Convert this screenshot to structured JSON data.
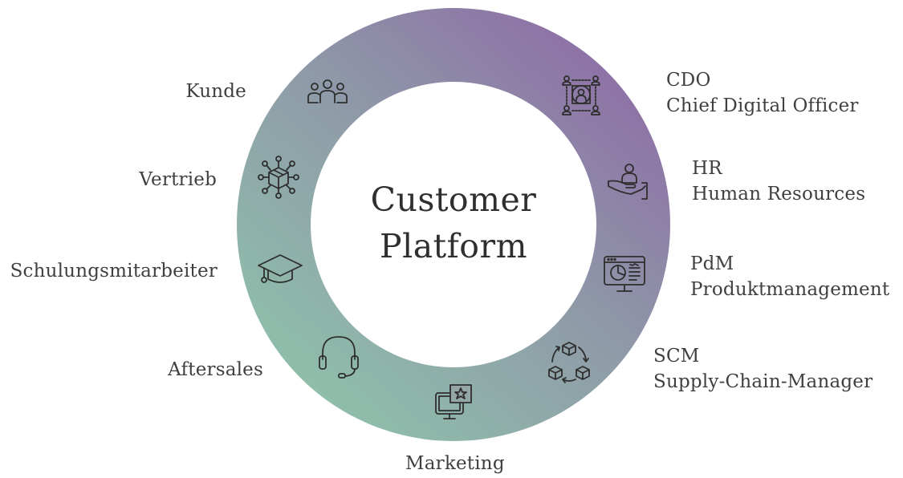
{
  "center": {
    "title_line1": "Customer",
    "title_line2": "Platform"
  },
  "ring": {
    "gradient_start": "#8fc4ab",
    "gradient_mid": "#8f9da8",
    "gradient_end": "#8d6aa6"
  },
  "roles": [
    {
      "id": "kunde",
      "label": "Kunde",
      "icon": "people-group-icon"
    },
    {
      "id": "vertrieb",
      "label": "Vertrieb",
      "icon": "network-box-icon"
    },
    {
      "id": "schulung",
      "label": "Schulungsmitarbeiter",
      "icon": "graduation-cap-icon"
    },
    {
      "id": "aftersales",
      "label": "Aftersales",
      "icon": "headset-icon"
    },
    {
      "id": "marketing",
      "label": "Marketing",
      "icon": "monitor-star-icon"
    },
    {
      "id": "scm",
      "abbr": "SCM",
      "label": "Supply-Chain-Manager",
      "icon": "cubes-cycle-icon"
    },
    {
      "id": "pdm",
      "abbr": "PdM",
      "label": "Produktmanagement",
      "icon": "dashboard-monitor-icon"
    },
    {
      "id": "hr",
      "abbr": "HR",
      "label": "Human Resources",
      "icon": "hand-person-icon"
    },
    {
      "id": "cdo",
      "abbr": "CDO",
      "label": "Chief Digital Officer",
      "icon": "digital-network-icon"
    }
  ]
}
